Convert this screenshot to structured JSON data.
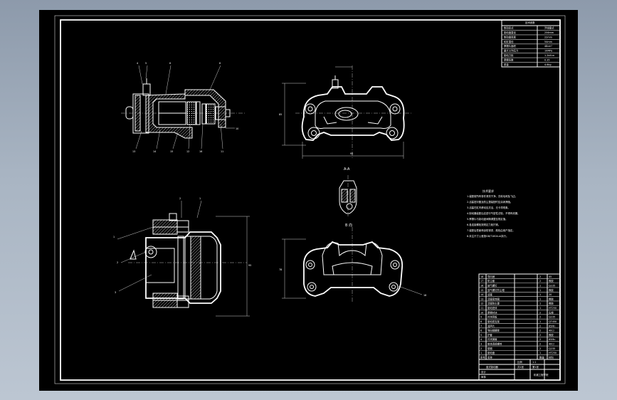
{
  "colors": {
    "desktop_top": "#8d9aab",
    "desktop_bottom": "#bcc6d2",
    "canvas": "#000000",
    "lines": "#ffffff"
  },
  "drawing": {
    "views": {
      "section_label": "A-A",
      "bottom_view_label": "B 向"
    },
    "leaders_top_view": [
      "4",
      "5",
      "6",
      "8",
      "13",
      "14",
      "15",
      "12",
      "16",
      "11",
      "10"
    ],
    "leaders_front_view": [
      "1",
      "2",
      "3",
      "2",
      "1"
    ],
    "leader_part_view": [
      "18"
    ],
    "dim_labels": [
      "85",
      "95",
      "78",
      "95"
    ],
    "notes": {
      "heading": "技术要求",
      "lines": [
        "1.装配前所有零件清洗干净，去除毛刺及飞边。",
        "2.活塞密封圈及防尘罩装配时应涂润滑脂。",
        "3.活塞在缸内移动应灵活，无卡滞现象。",
        "4.制动器装配后应进行气密性试验，不得有泄漏。",
        "5.摩擦片与制动盘间隙调整至规定值。",
        "6.各连接螺栓按规定力矩拧紧。",
        "7.装配后表面喷涂防锈漆，颜色由用户指定。",
        "8.未注尺寸公差按GB/T1804-m执行。"
      ]
    },
    "spec_table": {
      "title": "技术参数",
      "rows": [
        [
          "制动形式",
          "浮钳盘式"
        ],
        [
          "制动盘直径",
          "256mm"
        ],
        [
          "制动盘厚度",
          "22mm"
        ],
        [
          "轮缸直径",
          "54mm"
        ],
        [
          "摩擦片面积",
          "48cm²"
        ],
        [
          "最大工作压力",
          "10MPa"
        ],
        [
          "制动力矩",
          "1.2kN·m"
        ],
        [
          "摩擦系数",
          "0.35"
        ],
        [
          "质量",
          "4.6kg"
        ]
      ]
    },
    "bom": {
      "rows": [
        [
          "18",
          "导向销",
          "2",
          "45"
        ],
        [
          "17",
          "防尘套",
          "2",
          "橡胶"
        ],
        [
          "16",
          "放气螺钉",
          "1",
          "Q235"
        ],
        [
          "15",
          "放气螺钉防尘帽",
          "1",
          "橡胶"
        ],
        [
          "14",
          "活塞",
          "1",
          "20"
        ],
        [
          "13",
          "活塞密封圈",
          "1",
          "橡胶"
        ],
        [
          "12",
          "活塞防尘罩",
          "1",
          "橡胶"
        ],
        [
          "11",
          "制动钳体",
          "1",
          "HT250"
        ],
        [
          "10",
          "摩擦衬块",
          "2",
          "石棉"
        ],
        [
          "9",
          "衬块背板",
          "2",
          "Q235"
        ],
        [
          "8",
          "制动钳支架",
          "1",
          "QT450"
        ],
        [
          "7",
          "消声片",
          "2",
          "65Mn"
        ],
        [
          "6",
          "导向销螺栓",
          "2",
          "40Cr"
        ],
        [
          "5",
          "护套",
          "2",
          "橡胶"
        ],
        [
          "4",
          "衬块弹簧",
          "2",
          "65Mn"
        ],
        [
          "3",
          "钳体连接螺栓",
          "2",
          "40Cr"
        ],
        [
          "2",
          "垫圈",
          "2",
          "Q235"
        ],
        [
          "1",
          "制动盘",
          "1",
          "HT250"
        ]
      ],
      "header": [
        "序号",
        "名称",
        "数量",
        "材料"
      ]
    },
    "title_block": {
      "name": "盘式制动器",
      "scale_label": "比例",
      "scale": "1:1",
      "sheet_label": "共1张",
      "sheet": "第1张",
      "designer_label": "设计",
      "checker_label": "审核",
      "school": "机械工程学院"
    }
  }
}
